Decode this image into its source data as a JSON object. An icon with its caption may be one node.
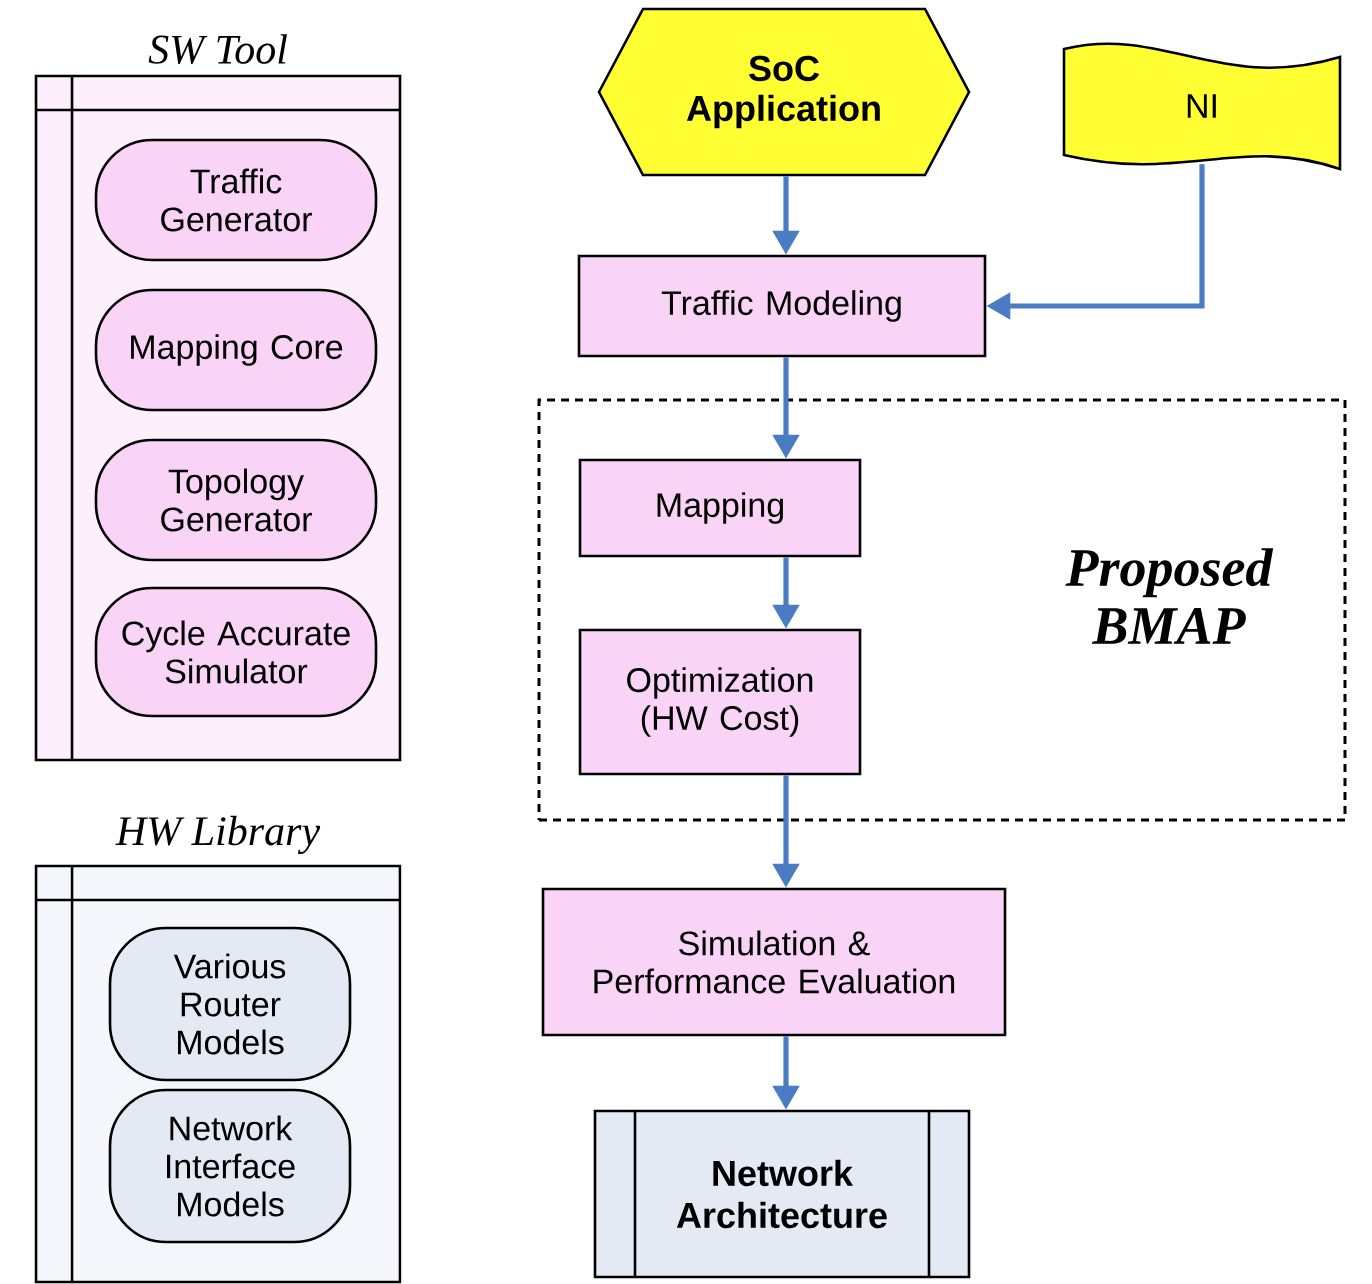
{
  "diagram": {
    "nodes": [
      {
        "text": [
          "SW Tool"
        ]
      },
      {
        "text": [
          "Traffic Generator"
        ],
        "in": 0
      },
      {
        "text": [
          "Mapping Core"
        ],
        "in": 0
      },
      {
        "text": [
          "Topology Generator"
        ],
        "in": 0
      },
      {
        "text": [
          "Cycle Accurate Simulator"
        ],
        "in": 0
      },
      {
        "text": [
          "HW Library"
        ]
      },
      {
        "text": [
          "Various Router Models"
        ],
        "in": 5
      },
      {
        "text": [
          "Network Interface Models"
        ],
        "in": 5
      },
      {
        "text": [
          "SoC Application"
        ]
      },
      {
        "text": [
          "NI"
        ]
      },
      {
        "text": [
          "Traffic Modeling"
        ]
      },
      {
        "text": [
          "Proposed BMAP"
        ]
      },
      {
        "text": [
          "Mapping"
        ],
        "in": 11
      },
      {
        "text": [
          "Optimization (HW Cost)"
        ],
        "in": 11
      },
      {
        "text": [
          "Simulation & Performance Evaluation"
        ]
      },
      {
        "text": [
          "Network Architecture"
        ]
      }
    ],
    "edges": [
      {
        "from": 8,
        "to": 10,
        "arrow": "to"
      },
      {
        "from": 9,
        "to": 10,
        "arrow": "to"
      },
      {
        "from": 10,
        "to": 12,
        "arrow": "to"
      },
      {
        "from": 12,
        "to": 13,
        "arrow": "to"
      },
      {
        "from": 13,
        "to": 14,
        "arrow": "to"
      },
      {
        "from": 14,
        "to": 15,
        "arrow": "to"
      }
    ]
  }
}
